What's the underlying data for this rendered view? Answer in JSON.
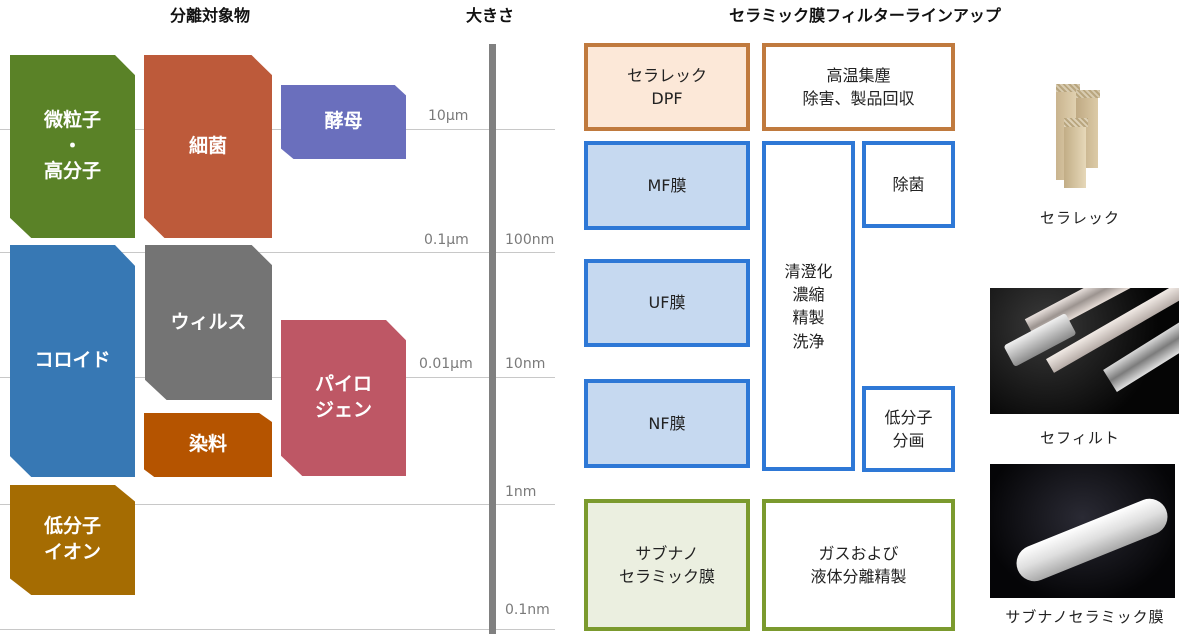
{
  "headings": {
    "targets": "分離対象物",
    "size": "大きさ",
    "lineup": "セラミック膜フィルターラインアップ"
  },
  "scale": {
    "left_labels": [
      "10μm",
      "0.1μm",
      "0.01μm"
    ],
    "right_labels": [
      "100nm",
      "10nm",
      "1nm",
      "0.1nm"
    ]
  },
  "targets": [
    {
      "label": "微粒子\n・\n高分子",
      "color": "#5a8227"
    },
    {
      "label": "細菌",
      "color": "#bd5a3a"
    },
    {
      "label": "酵母",
      "color": "#6a6fbd"
    },
    {
      "label": "コロイド",
      "color": "#3778b4"
    },
    {
      "label": "ウィルス",
      "color": "#747474"
    },
    {
      "label": "染料",
      "color": "#b55400"
    },
    {
      "label": "パイロ\nジェン",
      "color": "#be5765"
    },
    {
      "label": "低分子\nイオン",
      "color": "#a56c02"
    }
  ],
  "lineup": {
    "ceralec": {
      "product": "セラレック\nDPF",
      "use": "高温集塵\n除害、製品回収",
      "fill": "#fce8d8",
      "border": "#c07a3e"
    },
    "mf": {
      "product": "MF膜",
      "fill": "#c6d9f0"
    },
    "uf": {
      "product": "UF膜",
      "fill": "#c6d9f0"
    },
    "nf": {
      "product": "NF膜",
      "fill": "#c6d9f0"
    },
    "blue_uses": {
      "tall": "清澄化\n濃縮\n精製\n洗浄",
      "sterilize": "除菌",
      "fraction": "低分子\n分画"
    },
    "subnano": {
      "product": "サブナノ\nセラミック膜",
      "use": "ガスおよび\n液体分離精製",
      "fill": "#ebefe0"
    }
  },
  "photos": [
    {
      "caption": "セラレック",
      "icon": "honeycomb-blocks-photo"
    },
    {
      "caption": "セフィルト",
      "icon": "membrane-module-photo"
    },
    {
      "caption": "サブナノセラミック膜",
      "icon": "ceramic-tube-photo"
    }
  ]
}
